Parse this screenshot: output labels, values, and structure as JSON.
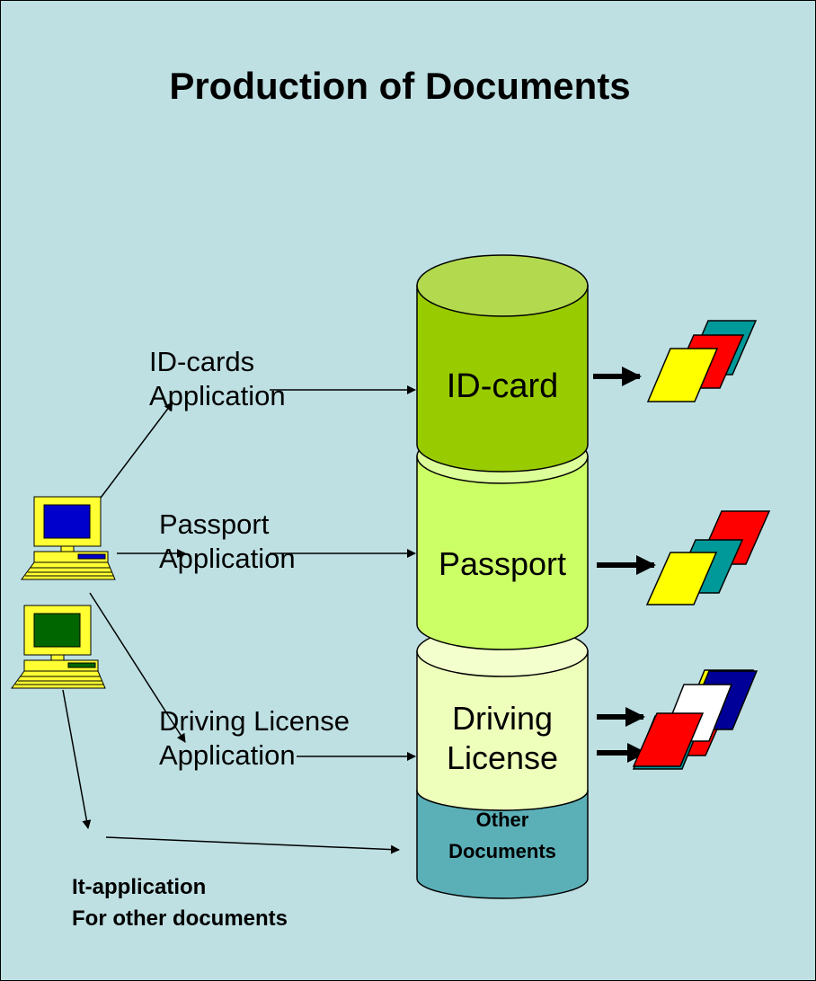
{
  "title": "Production of Documents",
  "sources": {
    "id_cards": {
      "line1": "ID-cards",
      "line2": "Application"
    },
    "passport": {
      "line1": "Passport",
      "line2": "Application"
    },
    "driving": {
      "line1": "Driving License",
      "line2": "Application"
    },
    "other": {
      "line1": "It-application",
      "line2": "For other documents"
    }
  },
  "databases": {
    "id_card": "ID-card",
    "passport": "Passport",
    "driving_line1": "Driving",
    "driving_line2": "License",
    "other_line1": "Other",
    "other_line2": "Documents"
  },
  "colors": {
    "background": "#BEE0E3",
    "id_card": "#99CC00",
    "id_card_top": "#B3D94F",
    "passport": "#CCFF66",
    "passport_top": "#DDFF99",
    "driving": "#EEFFBB",
    "driving_top": "#F3FFCC",
    "other": "#5BB0B8",
    "other_top": "#7EC3C9",
    "doc_yellow": "#FFFF00",
    "doc_red": "#FF0000",
    "doc_teal": "#009999",
    "doc_navy": "#000099",
    "doc_white": "#FFFFFF",
    "computer_blue": "#0000CC",
    "computer_green": "#006600",
    "computer_yellow": "#FFFF33"
  },
  "icons": {
    "computer_1": "computer-icon",
    "computer_2": "computer-icon",
    "documents": "document-stack-icon"
  }
}
